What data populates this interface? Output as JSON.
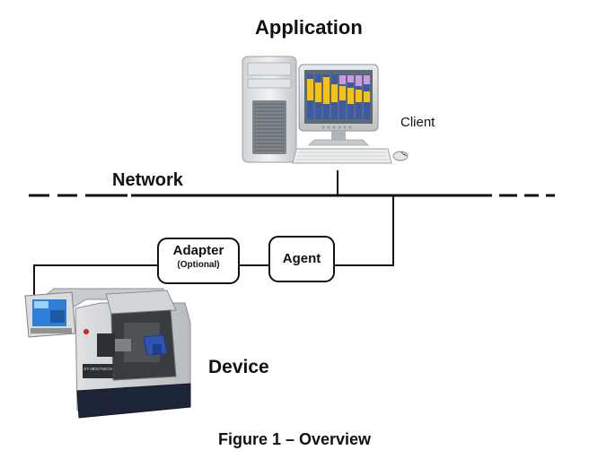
{
  "labels": {
    "application": "Application",
    "client": "Client",
    "network": "Network",
    "adapter": "Adapter",
    "adapter_note": "(Optional)",
    "agent": "Agent",
    "device": "Device",
    "caption": "Figure 1 – Overview"
  },
  "machine": {
    "plate_text": "SY-380X750CN"
  }
}
